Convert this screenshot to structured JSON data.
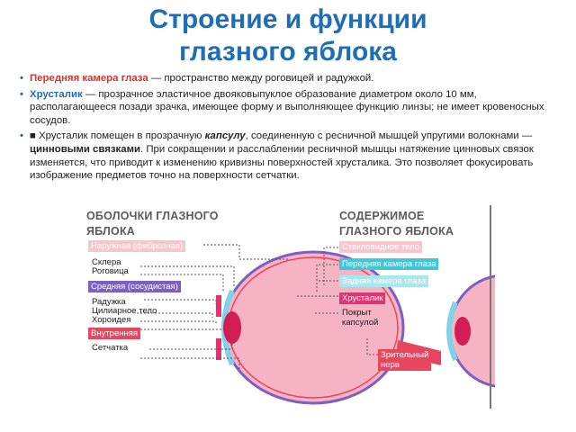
{
  "title": {
    "line1": "Строение и функции",
    "line2": "глазного яблока"
  },
  "bullets": {
    "b1": {
      "marker": "•",
      "term": "Передняя камера глаза",
      "text": " — пространство между роговицей и радужкой."
    },
    "b2": {
      "marker": "•",
      "term": "Хрусталик",
      "text": " — прозрачное эластичное двояковыпуклое образование диаметром около 10 мм, располагающееся позади зрачка, имеющее форму и выполняющее функцию линзы; не имеет кровеносных сосудов."
    },
    "b3": {
      "marker": "•",
      "square": "■",
      "t1": " Хрусталик помещен в прозрачную ",
      "capsule": "капсулу",
      "t2": ", соединенную с ресничной мышцей упругими волокнами — ",
      "ligaments": "цинновыми связками",
      "t3": ". При сокращении и расслаблении ресничной мышцы натяжение цинновых связок изменяется, что приводит к изменению кривизны поверхностей хрусталика. Это позволяет фокусировать изображение предметов точно на поверхности сетчатки."
    }
  },
  "figure": {
    "left_heading_1": "ОБОЛОЧКИ ГЛАЗНОГО",
    "left_heading_2": "ЯБЛОКА",
    "right_heading_1": "СОДЕРЖИМОЕ",
    "right_heading_2": "ГЛАЗНОГО ЯБЛОКА",
    "left_labels": {
      "outer": "Наружная (фиброзная)",
      "sclera": "Склера",
      "cornea": "Роговица",
      "middle": "Средняя (сосудистая)",
      "iris": "Радужка",
      "ciliary": "Цилиарное тело",
      "choroid": "Хороидея",
      "inner": "Внутренняя",
      "retina": "Сетчатка"
    },
    "right_labels": {
      "vitreous": "Стекловидное тело",
      "anterior": "Передняя камера глаза",
      "posterior": "Задняя камера глаза",
      "lens": "Хрусталик",
      "capsule_1": "Покрыт",
      "capsule_2": "капсулой",
      "nerve_1": "Зрительный",
      "nerve_2": "нерв"
    },
    "colors": {
      "eyeball": "#f6b3c4",
      "sclera_line": "#7b5fc4",
      "iris": "#e0336f",
      "lens": "#d21e55",
      "cornea": "#7fd3e8",
      "nerve": "#e8465e",
      "leader": "#555555"
    }
  }
}
